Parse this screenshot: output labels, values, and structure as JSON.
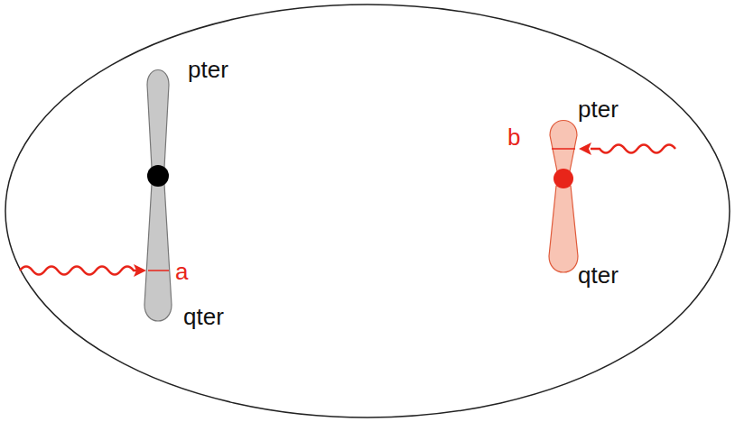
{
  "diagram": {
    "labels": [
      "pter",
      "qter",
      "a",
      "pter",
      "b",
      "qter"
    ]
  }
}
